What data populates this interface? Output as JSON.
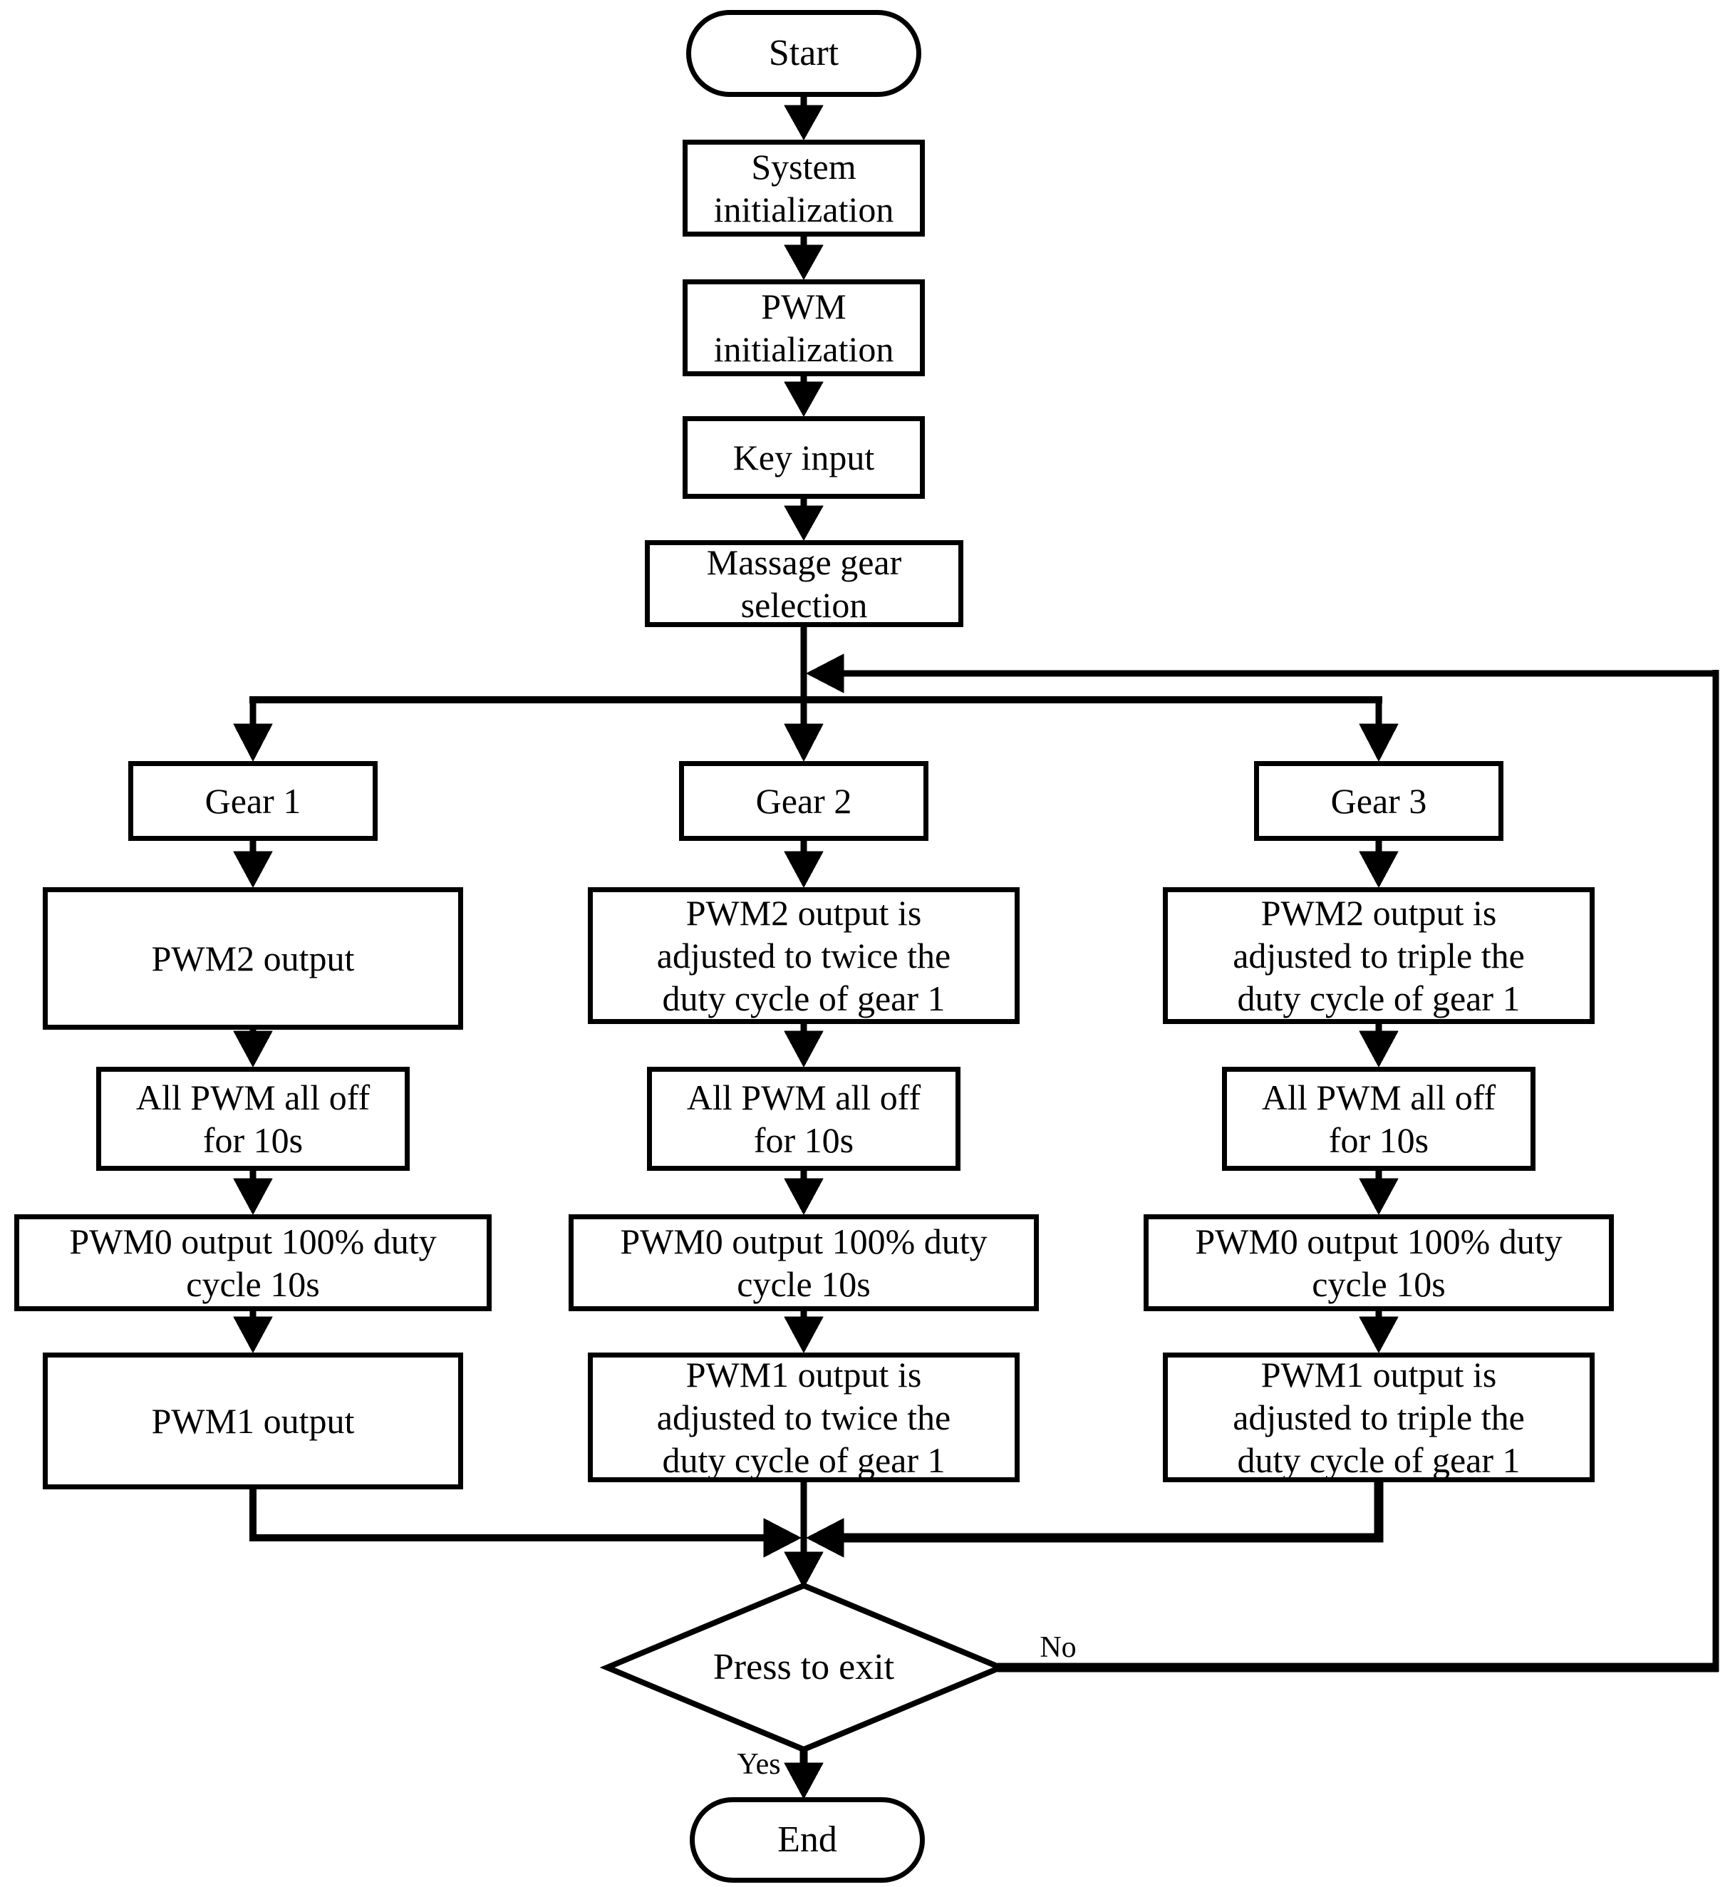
{
  "diagram": {
    "type": "flowchart",
    "colors": {
      "stroke": "#000000",
      "background": "#ffffff",
      "text": "#000000"
    },
    "nodes": {
      "start": {
        "label": "Start",
        "shape": "terminator"
      },
      "system_init": {
        "label": "System\ninitialization",
        "shape": "process"
      },
      "pwm_init": {
        "label": "PWM\ninitialization",
        "shape": "process"
      },
      "key_input": {
        "label": "Key input",
        "shape": "process"
      },
      "gear_selection": {
        "label": "Massage gear\nselection",
        "shape": "process"
      },
      "gear1": {
        "label": "Gear 1",
        "shape": "process"
      },
      "gear2": {
        "label": "Gear 2",
        "shape": "process"
      },
      "gear3": {
        "label": "Gear 3",
        "shape": "process"
      },
      "gear1_pwm2": {
        "label": "PWM2 output",
        "shape": "process"
      },
      "gear2_pwm2": {
        "label": "PWM2 output is\nadjusted to twice the\nduty cycle of gear 1",
        "shape": "process"
      },
      "gear3_pwm2": {
        "label": "PWM2 output is\nadjusted to triple the\nduty cycle of gear 1",
        "shape": "process"
      },
      "gear1_all_off": {
        "label": "All PWM all off\nfor 10s",
        "shape": "process"
      },
      "gear2_all_off": {
        "label": "All PWM all off\nfor 10s",
        "shape": "process"
      },
      "gear3_all_off": {
        "label": "All PWM all off\nfor 10s",
        "shape": "process"
      },
      "gear1_pwm0": {
        "label": "PWM0 output 100% duty\ncycle 10s",
        "shape": "process"
      },
      "gear2_pwm0": {
        "label": "PWM0 output 100% duty\ncycle 10s",
        "shape": "process"
      },
      "gear3_pwm0": {
        "label": "PWM0 output 100% duty\ncycle 10s",
        "shape": "process"
      },
      "gear1_pwm1": {
        "label": "PWM1 output",
        "shape": "process"
      },
      "gear2_pwm1": {
        "label": "PWM1 output is\nadjusted to twice the\nduty cycle of gear 1",
        "shape": "process"
      },
      "gear3_pwm1": {
        "label": "PWM1 output is\nadjusted to triple the\nduty cycle of gear 1",
        "shape": "process"
      },
      "press_to_exit": {
        "label": "Press to exit",
        "shape": "decision"
      },
      "end": {
        "label": "End",
        "shape": "terminator"
      }
    },
    "edge_labels": {
      "no": "No",
      "yes": "Yes"
    }
  }
}
